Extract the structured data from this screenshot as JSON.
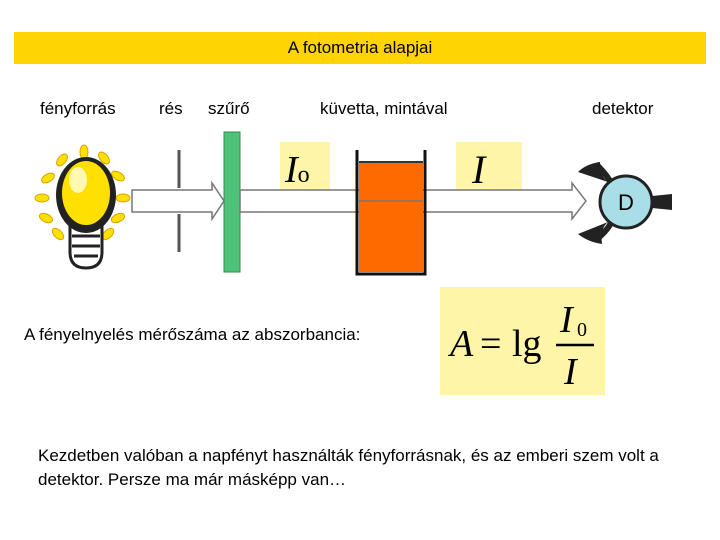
{
  "title": "A fotometria alapjai",
  "labels": {
    "source": "fényforrás",
    "slit": "rés",
    "filter": "szűrő",
    "cuvette": "küvetta, mintával",
    "detector": "detektor"
  },
  "intensity": {
    "incident_symbol": "I",
    "incident_subscript": "o",
    "transmitted_symbol": "I"
  },
  "detector_letter": "D",
  "absorbance_caption": "A fényelnyelés mérőszáma az abszorbancia:",
  "formula": {
    "lhs": "A",
    "equals": "=",
    "function": "lg",
    "numerator": "I",
    "numerator_subscript": "0",
    "denominator": "I"
  },
  "bottom_text": "Kezdetben valóban a napfényt használták fényforrásnak, és az emberi szem volt a detektor. Persze ma már másképp van…",
  "colors": {
    "title_bar": "#ffd400",
    "filter": "#4fc27a",
    "sample": "#ff6a00",
    "highlight_box": "#fff5a8",
    "detector_disk": "#a9dde8",
    "bulb": "#ffe000"
  }
}
